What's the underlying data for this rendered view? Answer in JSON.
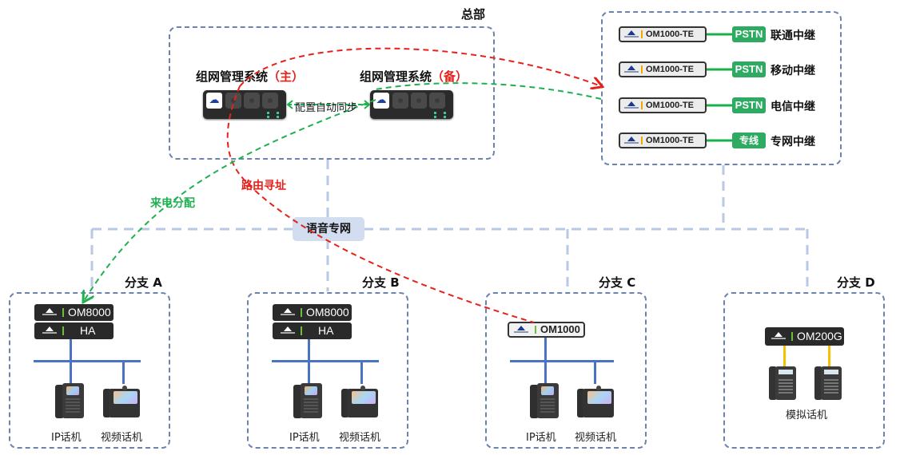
{
  "headquarters": {
    "title": "总部",
    "primary": {
      "label": "组网管理系统",
      "role": "（主）"
    },
    "backup": {
      "label": "组网管理系统",
      "role": "（备）"
    },
    "sync_label": "配置自动同步"
  },
  "trunks": [
    {
      "device": "OM1000-TE",
      "type": "PSTN",
      "label": "联通中继"
    },
    {
      "device": "OM1000-TE",
      "type": "PSTN",
      "label": "移动中继"
    },
    {
      "device": "OM1000-TE",
      "type": "PSTN",
      "label": "电信中继"
    },
    {
      "device": "OM1000-TE",
      "type": "专线",
      "label": "专网中继"
    }
  ],
  "network": {
    "label": "语音专网"
  },
  "flows": {
    "call_distribution": {
      "label": "来电分配",
      "color": "#1fb050"
    },
    "routing": {
      "label": "路由寻址",
      "color": "#e8201a"
    }
  },
  "branches": [
    {
      "title": "分支 A",
      "devices": [
        "OM8000",
        "HA"
      ],
      "phones": [
        "IP话机",
        "视频话机"
      ]
    },
    {
      "title": "分支 B",
      "devices": [
        "OM8000",
        "HA"
      ],
      "phones": [
        "IP话机",
        "视频话机"
      ]
    },
    {
      "title": "分支 C",
      "devices": [
        "OM1000"
      ],
      "phones": [
        "IP话机",
        "视频话机"
      ]
    },
    {
      "title": "分支 D",
      "devices": [
        "OM200G"
      ],
      "phones": [
        "模拟话机"
      ]
    }
  ],
  "colors": {
    "lan": "#4a73c4",
    "analog": "#f2c200",
    "tag": "#2eaa62",
    "box_border": "#6c83b0",
    "network_line": "#b8c8e6"
  }
}
